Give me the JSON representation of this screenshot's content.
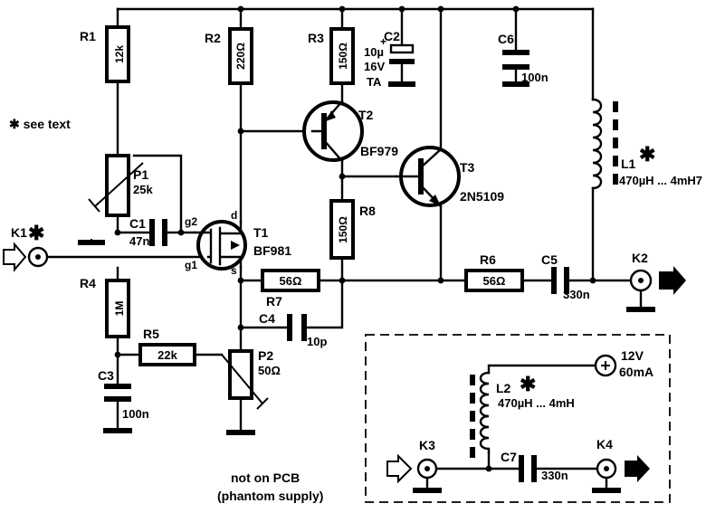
{
  "notes": {
    "see_text": "✱ see text",
    "not_on_pcb_1": "not on PCB",
    "not_on_pcb_2": "(phantom supply)"
  },
  "components": {
    "R1": {
      "ref": "R1",
      "value": "12k"
    },
    "R2": {
      "ref": "R2",
      "value": "220Ω"
    },
    "R3": {
      "ref": "R3",
      "value": "150Ω"
    },
    "R4": {
      "ref": "R4",
      "value": "1M"
    },
    "R5": {
      "ref": "R5",
      "value": "22k"
    },
    "R6": {
      "ref": "R6",
      "value": "56Ω"
    },
    "R7": {
      "ref": "R7",
      "value": "56Ω"
    },
    "R8": {
      "ref": "R8",
      "value": "150Ω"
    },
    "P1": {
      "ref": "P1",
      "value": "25k"
    },
    "P2": {
      "ref": "P2",
      "value": "50Ω"
    },
    "C1": {
      "ref": "C1",
      "value": "47n"
    },
    "C2": {
      "ref": "C2",
      "value1": "10µ",
      "value2": "16V",
      "value3": "TA"
    },
    "C3": {
      "ref": "C3",
      "value": "100n"
    },
    "C4": {
      "ref": "C4",
      "value": "10p"
    },
    "C5": {
      "ref": "C5",
      "value": "330n"
    },
    "C6": {
      "ref": "C6",
      "value": "100n"
    },
    "C7": {
      "ref": "C7",
      "value": "330n"
    },
    "T1": {
      "ref": "T1",
      "type": "BF981",
      "pin_d": "d",
      "pin_g2": "g2",
      "pin_g1": "g1",
      "pin_s": "s"
    },
    "T2": {
      "ref": "T2",
      "type": "BF979"
    },
    "T3": {
      "ref": "T3",
      "type": "2N5109"
    },
    "L1": {
      "ref": "L1",
      "star": "✱",
      "value": "470µH ... 4mH7"
    },
    "L2": {
      "ref": "L2",
      "star": "✱",
      "value": "470µH ... 4mH"
    },
    "K1": {
      "ref": "K1",
      "star": "✱"
    },
    "K2": {
      "ref": "K2"
    },
    "K3": {
      "ref": "K3"
    },
    "K4": {
      "ref": "K4"
    }
  },
  "supply": {
    "voltage": "12V",
    "current": "60mA",
    "plus": "+"
  }
}
